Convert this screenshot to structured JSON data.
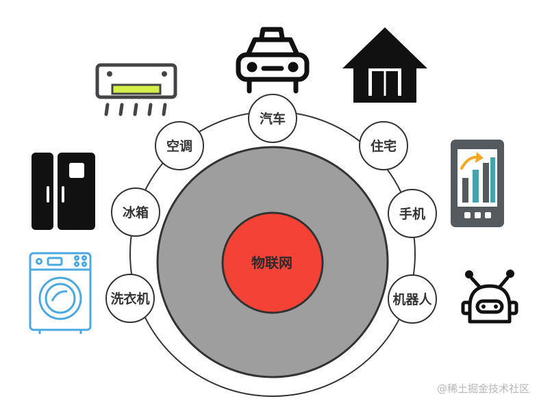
{
  "diagram": {
    "center_label": "物联网",
    "nodes": [
      {
        "key": "car",
        "label": "汽车",
        "icon": "taxi-car-icon"
      },
      {
        "key": "house",
        "label": "住宅",
        "icon": "house-icon"
      },
      {
        "key": "phone",
        "label": "手机",
        "icon": "smartphone-chart-icon"
      },
      {
        "key": "robot",
        "label": "机器人",
        "icon": "robot-icon"
      },
      {
        "key": "ac",
        "label": "空调",
        "icon": "air-conditioner-icon"
      },
      {
        "key": "fridge",
        "label": "冰箱",
        "icon": "refrigerator-icon"
      },
      {
        "key": "washer",
        "label": "洗衣机",
        "icon": "washing-machine-icon"
      }
    ],
    "colors": {
      "outer_disc": "#9e9e9e",
      "core": "#f44336",
      "ring_stroke": "#333333",
      "node_fill": "#ffffff",
      "washer_icon": "#4aa9e0",
      "phone_body": "#555a5f",
      "phone_bars": "#4a9fb0",
      "phone_arrow": "#f5a623",
      "ac_strip": "#d4ee4a"
    }
  },
  "watermark": "@稀土掘金技术社区"
}
